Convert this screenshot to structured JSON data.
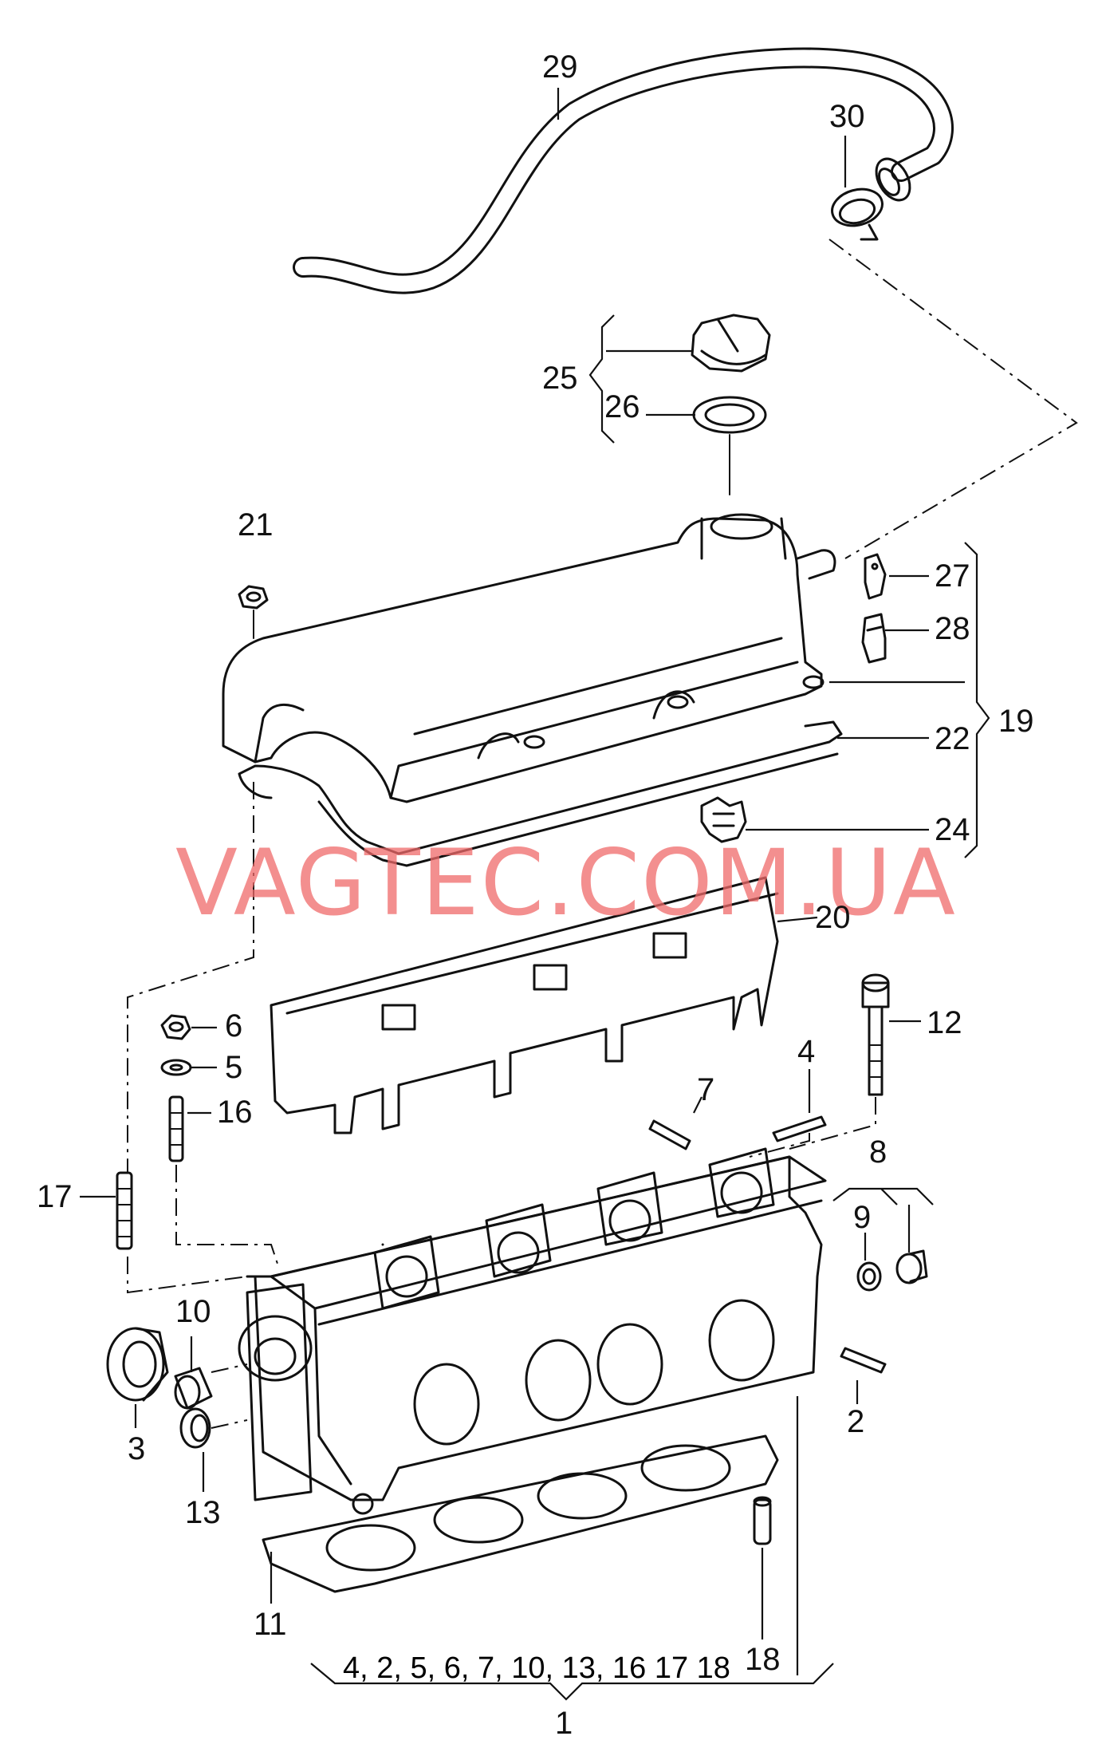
{
  "diagram": {
    "watermark": "VAGTEC.COM.UA",
    "callouts": {
      "c29": "29",
      "c30": "30",
      "c25": "25",
      "c26": "26",
      "c21": "21",
      "c27": "27",
      "c28": "28",
      "c19": "19",
      "c22": "22",
      "c24": "24",
      "c20": "20",
      "c6": "6",
      "c5": "5",
      "c16": "16",
      "c12": "12",
      "c17": "17",
      "c4": "4",
      "c7": "7",
      "c8": "8",
      "c9": "9",
      "c10": "10",
      "c3": "3",
      "c13": "13",
      "c2": "2",
      "c11": "11",
      "c18": "18",
      "c1": "1"
    },
    "kit_contents": "4, 2, 5, 6, 7,  10, 13, 16 17 18"
  }
}
